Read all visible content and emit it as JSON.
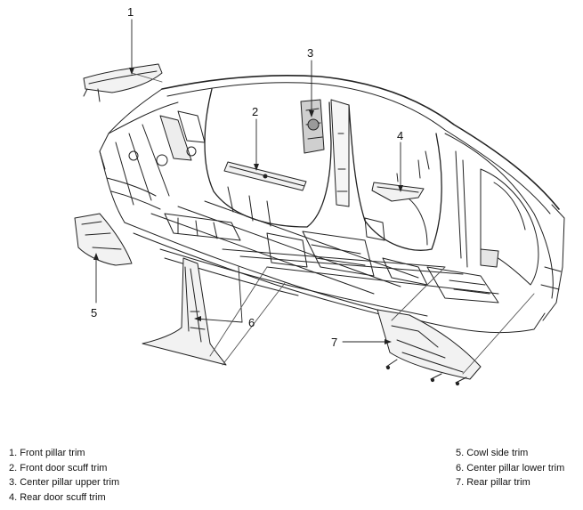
{
  "callouts": [
    "1",
    "2",
    "3",
    "4",
    "5",
    "6",
    "7"
  ],
  "legend": {
    "left": [
      "1. Front pillar trim",
      "2. Front door scuff trim",
      "3. Center pillar upper trim",
      "4. Rear door scuff trim"
    ],
    "right": [
      "5. Cowl side trim",
      "6. Center pillar lower trim",
      "7. Rear pillar trim"
    ]
  },
  "colors": {
    "line": "#222222",
    "part_fill": "#f2f2f2",
    "shade": "#bdbdbd"
  }
}
